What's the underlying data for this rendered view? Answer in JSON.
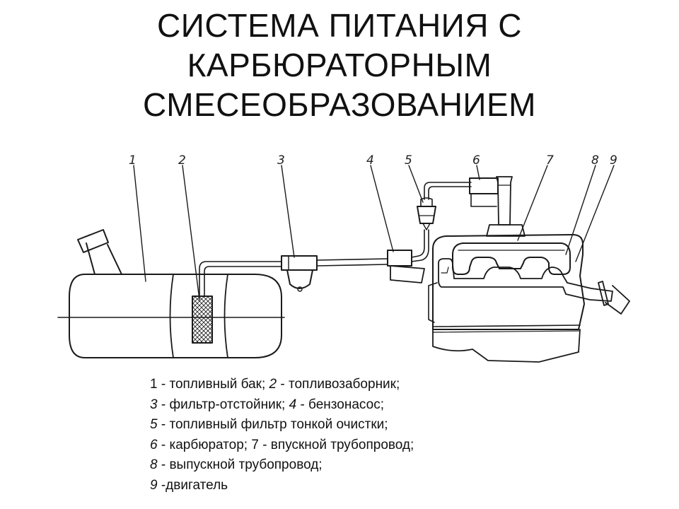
{
  "title_lines": [
    "СИСТЕМА ПИТАНИЯ С",
    "КАРБЮРАТОРНЫМ",
    "СМЕСЕОБРАЗОВАНИЕМ"
  ],
  "callouts": [
    "1",
    "2",
    "3",
    "4",
    "5",
    "6",
    "7",
    "8",
    "9"
  ],
  "legend_lines": [
    [
      "1",
      " - топливный бак; ",
      "2",
      " - топливозаборник;"
    ],
    [
      "3",
      " - фильтр-отстойник; ",
      "4",
      " - бензонасос;"
    ],
    [
      "5",
      " - топливный фильтр тонкой очистки;",
      "",
      ""
    ],
    [
      "6",
      " - карбюратор; 7 - впускной трубопровод;",
      "",
      ""
    ],
    [
      "8",
      " - выпускной трубопровод;",
      "",
      ""
    ],
    [
      "9",
      " -двигатель",
      "",
      ""
    ]
  ]
}
